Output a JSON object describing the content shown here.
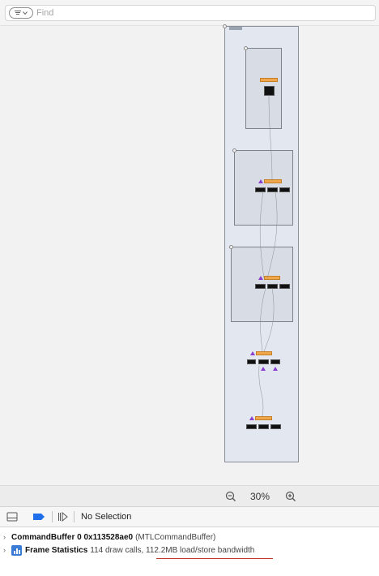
{
  "find": {
    "placeholder": "Find"
  },
  "zoom": {
    "level": "30%"
  },
  "toolbar": {
    "selection_label": "No Selection"
  },
  "outline": {
    "command_buffer": {
      "name": "CommandBuffer 0 0x113528ae0",
      "type": "(MTLCommandBuffer)"
    },
    "frame_stats": {
      "name": "Frame Statistics",
      "summary": "114 draw calls, 112.2MB load/store bandwidth"
    }
  },
  "colors": {
    "accent": "#3a7bd5",
    "graph_bg": "#e3e8f0",
    "warning": "#8a3fd0",
    "label": "#f0a64a"
  },
  "icons": [
    "filter-icon",
    "chevron-down-icon",
    "zoom-out-icon",
    "zoom-in-icon",
    "panel-toggle-icon",
    "breakpoint-icon",
    "step-icon",
    "frame-statistics-icon"
  ]
}
